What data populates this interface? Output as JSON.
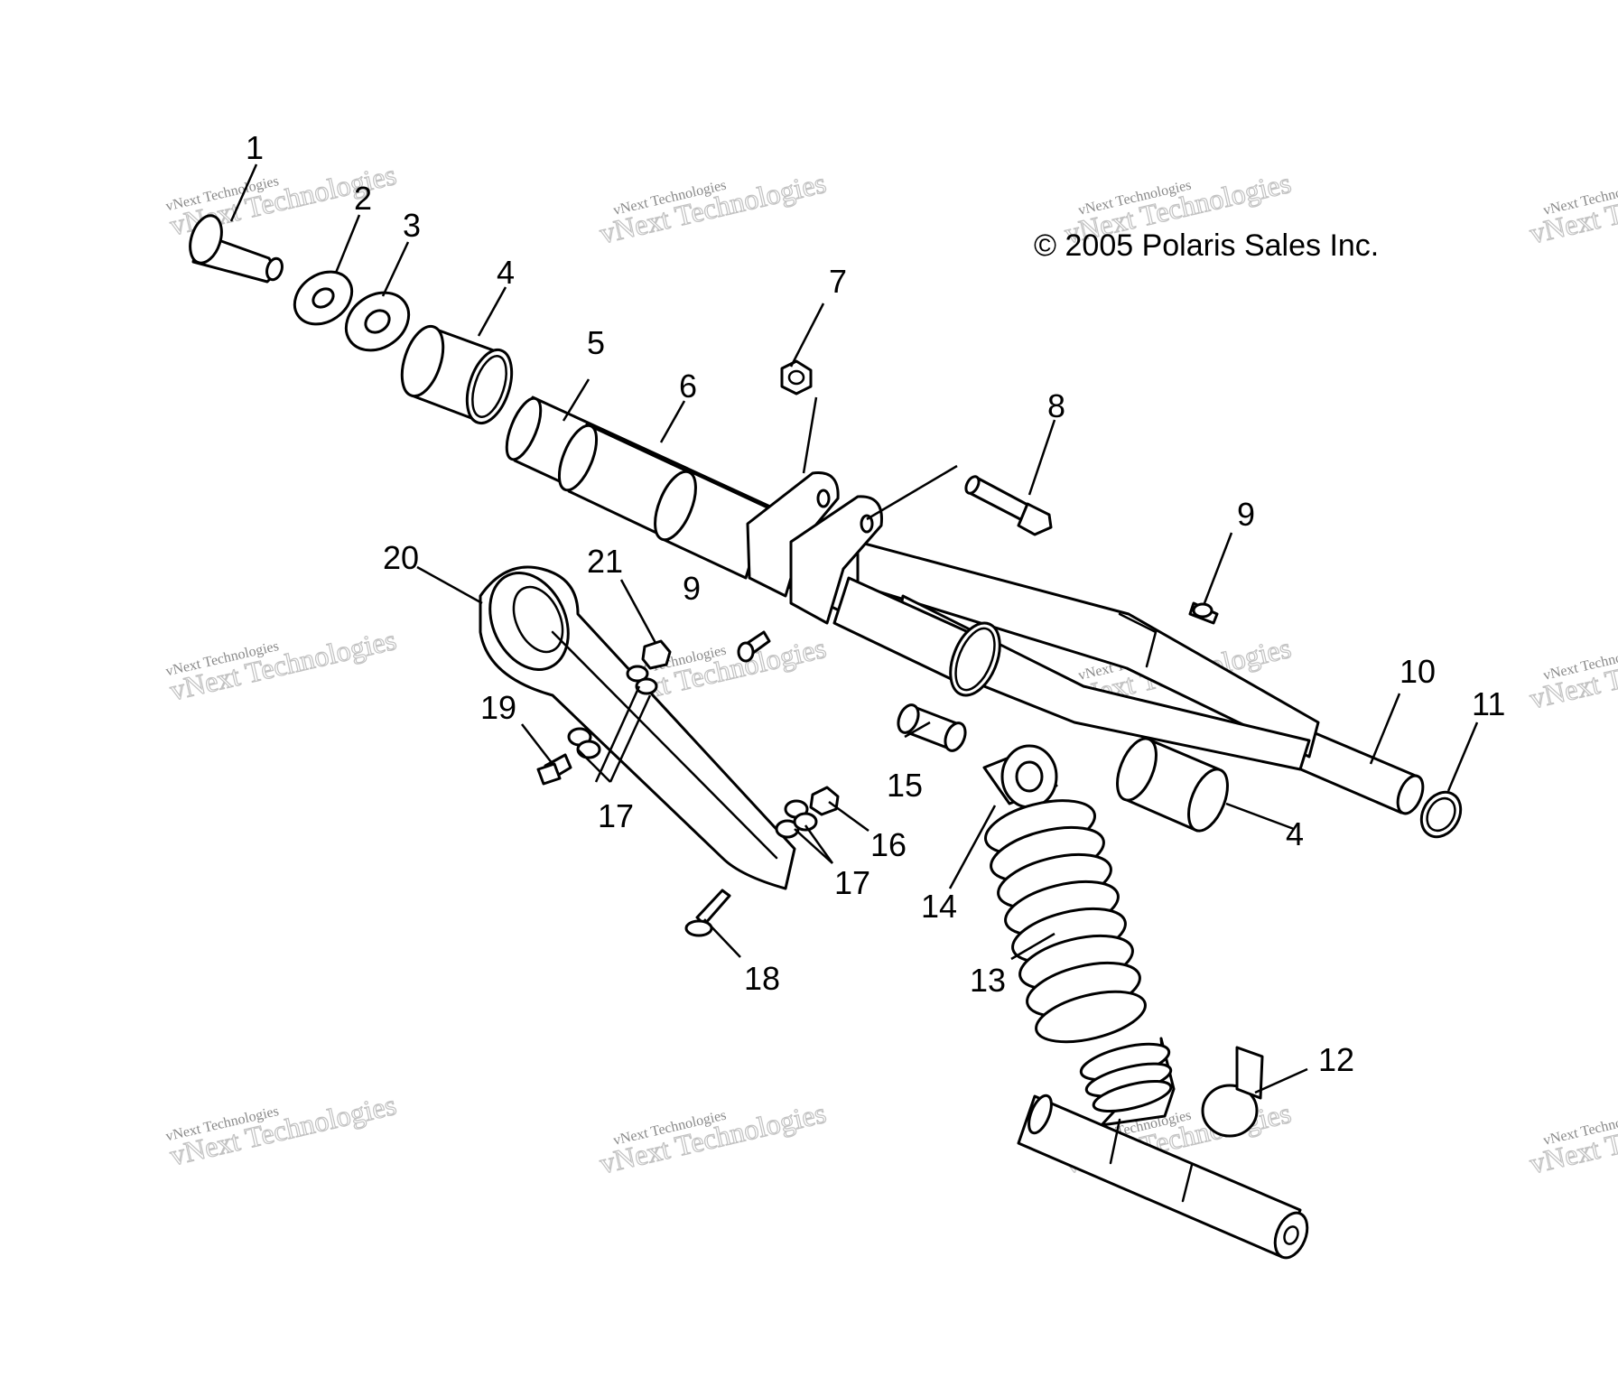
{
  "copyright": "© 2005 Polaris Sales Inc.",
  "watermark": "vNext Technologies",
  "callouts": [
    {
      "id": "c1",
      "label": "1"
    },
    {
      "id": "c2",
      "label": "2"
    },
    {
      "id": "c3",
      "label": "3"
    },
    {
      "id": "c4a",
      "label": "4"
    },
    {
      "id": "c5",
      "label": "5"
    },
    {
      "id": "c6",
      "label": "6"
    },
    {
      "id": "c7",
      "label": "7"
    },
    {
      "id": "c8",
      "label": "8"
    },
    {
      "id": "c9a",
      "label": "9"
    },
    {
      "id": "c9b",
      "label": "9"
    },
    {
      "id": "c10",
      "label": "10"
    },
    {
      "id": "c11",
      "label": "11"
    },
    {
      "id": "c4b",
      "label": "4"
    },
    {
      "id": "c12",
      "label": "12"
    },
    {
      "id": "c13",
      "label": "13"
    },
    {
      "id": "c14",
      "label": "14"
    },
    {
      "id": "c15",
      "label": "15"
    },
    {
      "id": "c16",
      "label": "16"
    },
    {
      "id": "c17a",
      "label": "17"
    },
    {
      "id": "c17b",
      "label": "17"
    },
    {
      "id": "c18",
      "label": "18"
    },
    {
      "id": "c19",
      "label": "19"
    },
    {
      "id": "c20",
      "label": "20"
    },
    {
      "id": "c21",
      "label": "21"
    }
  ]
}
